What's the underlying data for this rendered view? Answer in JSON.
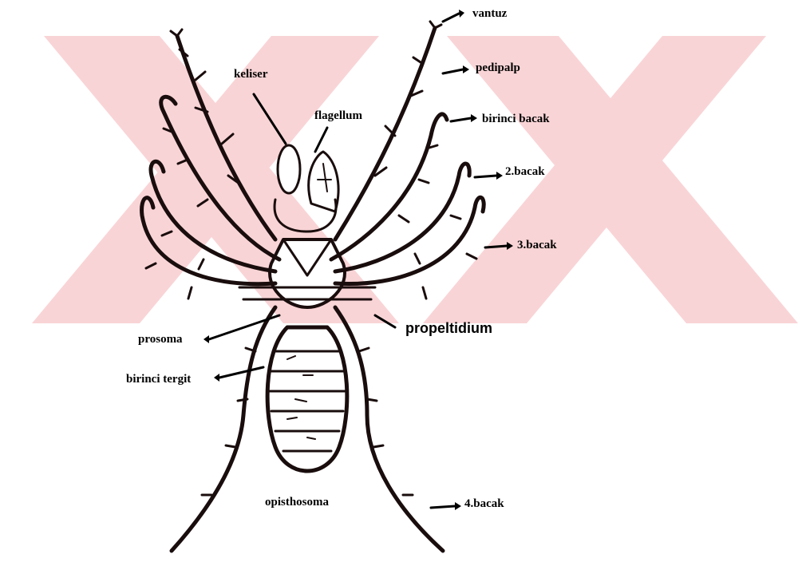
{
  "diagram": {
    "labels": {
      "vantuz": "vantuz",
      "pedipalp": "pedipalp",
      "birinci_bacak": "birinci bacak",
      "bacak2": "2.bacak",
      "bacak3": "3.bacak",
      "bacak4": "4.bacak",
      "keliser": "keliser",
      "flagellum": "flagellum",
      "prosoma": "prosoma",
      "birinci_tergit": "birinci tergit",
      "propeltidium": "propeltidium",
      "opisthosoma": "opisthosoma"
    }
  },
  "colors": {
    "watermark": "#f9d4d6",
    "ink": "#1a0d0d",
    "leg_fill": "#6a1e2e",
    "label": "#000000",
    "background": "#ffffff"
  }
}
